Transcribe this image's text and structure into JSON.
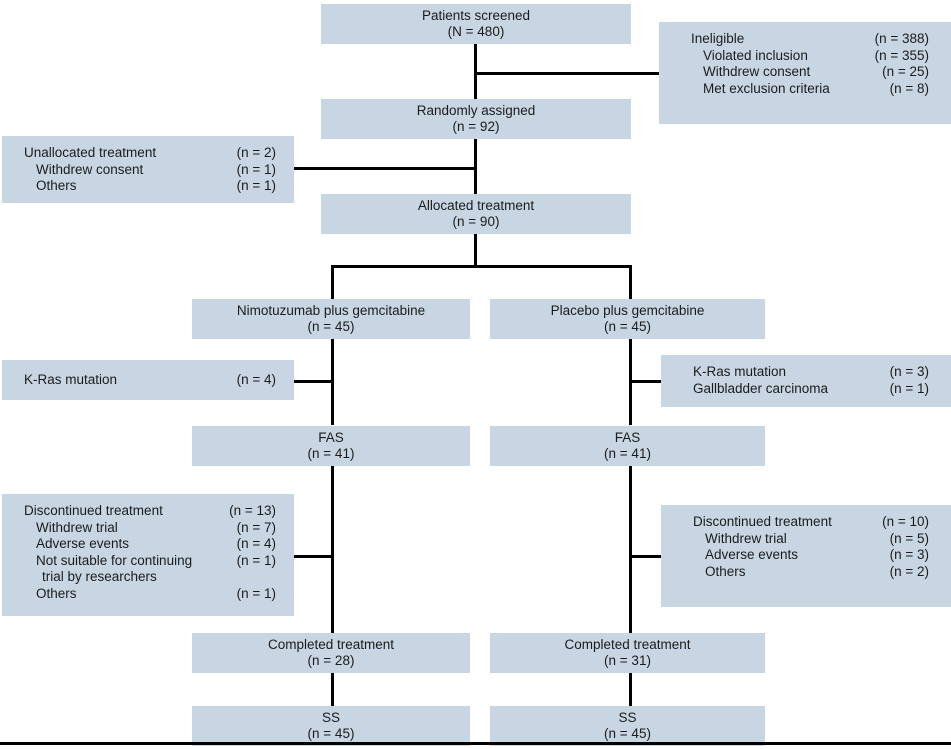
{
  "title": "CONSORT patient flow diagram",
  "colors": {
    "box_fill": "#c8d6e3",
    "connector": "#000000",
    "text": "#1b1b1b",
    "background": "#ffffff"
  },
  "nodes": {
    "screened": {
      "label": "Patients screened",
      "count": "(N = 480)"
    },
    "ineligible": {
      "rows": [
        {
          "label": "Ineligible",
          "value": "(n = 388)"
        },
        {
          "label": "Violated inclusion",
          "value": "(n = 355)"
        },
        {
          "label": "Withdrew consent",
          "value": "(n = 25)"
        },
        {
          "label": "Met exclusion criteria",
          "value": "(n = 8)"
        }
      ]
    },
    "randomized": {
      "label": "Randomly assigned",
      "count": "(n = 92)"
    },
    "unallocated": {
      "rows": [
        {
          "label": "Unallocated treatment",
          "value": "(n = 2)"
        },
        {
          "label": "Withdrew consent",
          "value": "(n = 1)"
        },
        {
          "label": "Others",
          "value": "(n = 1)"
        }
      ]
    },
    "allocated": {
      "label": "Allocated treatment",
      "count": "(n = 90)"
    },
    "arm_left": {
      "label": "Nimotuzumab plus gemcitabine",
      "count": "(n = 45)"
    },
    "arm_right": {
      "label": "Placebo plus gemcitabine",
      "count": "(n = 45)"
    },
    "excl_left": {
      "rows": [
        {
          "label": "K-Ras mutation",
          "value": "(n = 4)"
        }
      ]
    },
    "excl_right": {
      "rows": [
        {
          "label": "K-Ras mutation",
          "value": "(n = 3)"
        },
        {
          "label": "Gallbladder carcinoma",
          "value": "(n = 1)"
        }
      ]
    },
    "fas_left": {
      "label": "FAS",
      "count": "(n = 41)"
    },
    "fas_right": {
      "label": "FAS",
      "count": "(n = 41)"
    },
    "disc_left": {
      "rows": [
        {
          "label": "Discontinued treatment",
          "value": "(n = 13)"
        },
        {
          "label": "Withdrew trial",
          "value": "(n = 7)"
        },
        {
          "label": "Adverse events",
          "value": "(n = 4)"
        },
        {
          "label": "Not suitable for continuing",
          "value": "(n = 1)"
        },
        {
          "label": "trial by researchers",
          "value": ""
        },
        {
          "label": "Others",
          "value": "(n = 1)"
        }
      ]
    },
    "disc_right": {
      "rows": [
        {
          "label": "Discontinued treatment",
          "value": "(n = 10)"
        },
        {
          "label": "Withdrew trial",
          "value": "(n = 5)"
        },
        {
          "label": "Adverse events",
          "value": "(n = 3)"
        },
        {
          "label": "Others",
          "value": "(n = 2)"
        }
      ]
    },
    "completed_left": {
      "label": "Completed treatment",
      "count": "(n = 28)"
    },
    "completed_right": {
      "label": "Completed treatment",
      "count": "(n = 31)"
    },
    "ss_left": {
      "label": "SS",
      "count": "(n = 45)"
    },
    "ss_right": {
      "label": "SS",
      "count": "(n = 45)"
    }
  }
}
